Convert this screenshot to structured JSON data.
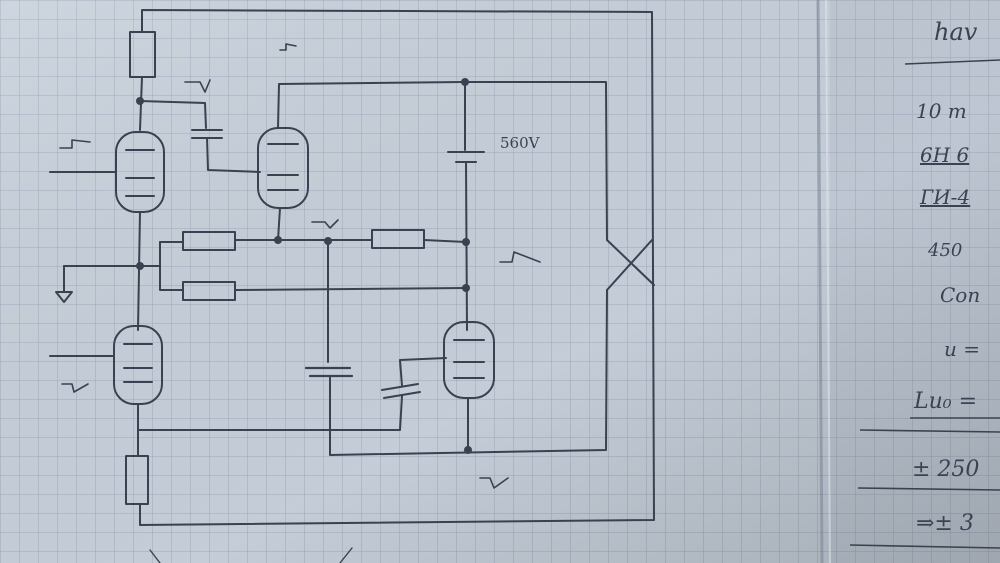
{
  "photo": {
    "subject": "handwritten vacuum-tube circuit sketch on grid notebook paper",
    "ink_color": "#3a4150",
    "paper_color": "#c9d2dd",
    "grid_color": "#8e9cb0"
  },
  "schematic": {
    "supply_label": "560V"
  },
  "notes": {
    "lines": [
      "hav",
      "10 m",
      "6H 6",
      "ГИ-4",
      "450",
      "Con",
      "u =",
      "Lu₀ =",
      "± 250",
      "⇒± 3"
    ]
  }
}
